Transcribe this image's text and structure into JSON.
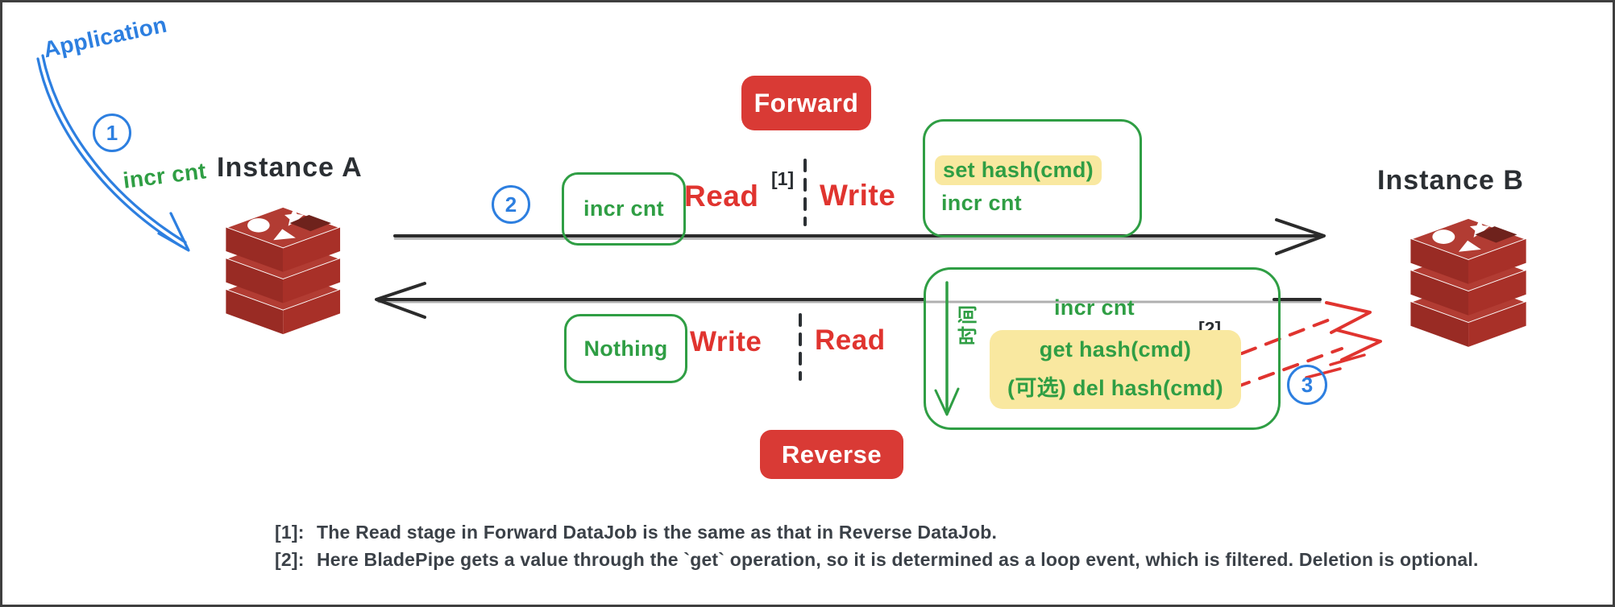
{
  "colors": {
    "ink": "#2b2f33",
    "line": "#2b2b2b",
    "line_shadow": "#b0b0b0",
    "blue": "#2d7fe0",
    "green": "#2f9e44",
    "red": "#e0342f",
    "badge_bg": "#d93a35",
    "badge_text": "#ffffff",
    "highlight": "#f9e8a0",
    "footnote": "#3b4148",
    "redis_top": "#b23c33",
    "redis_front_left": "#992b24",
    "redis_front_right": "#a83028",
    "redis_hole": "#6e221c"
  },
  "application": {
    "label": "Application",
    "command": "incr cnt",
    "step": "1"
  },
  "instances": {
    "a": "Instance A",
    "b": "Instance B"
  },
  "forward": {
    "badge": "Forward",
    "step": "2",
    "extract_box": "incr cnt",
    "read": "Read",
    "footnote_ref": "[1]",
    "write": "Write",
    "apply_box": {
      "highlighted": "set hash(cmd)",
      "plain": "incr cnt"
    }
  },
  "reverse": {
    "badge": "Reverse",
    "step": "3",
    "nothing_box": "Nothing",
    "write": "Write",
    "read": "Read",
    "time_label": "时间",
    "detail_box": {
      "plain": "incr cnt",
      "footnote_ref": "[2]",
      "highlighted_1": "get hash(cmd)",
      "highlighted_2": "(可选) del hash(cmd)"
    }
  },
  "footnotes": [
    {
      "ref": "[1]:",
      "text": "The Read stage in Forward DataJob is the same as that in Reverse DataJob."
    },
    {
      "ref": "[2]:",
      "text": "Here BladePipe gets a value through the `get` operation, so it is determined as a loop event, which is filtered. Deletion is optional."
    }
  ]
}
